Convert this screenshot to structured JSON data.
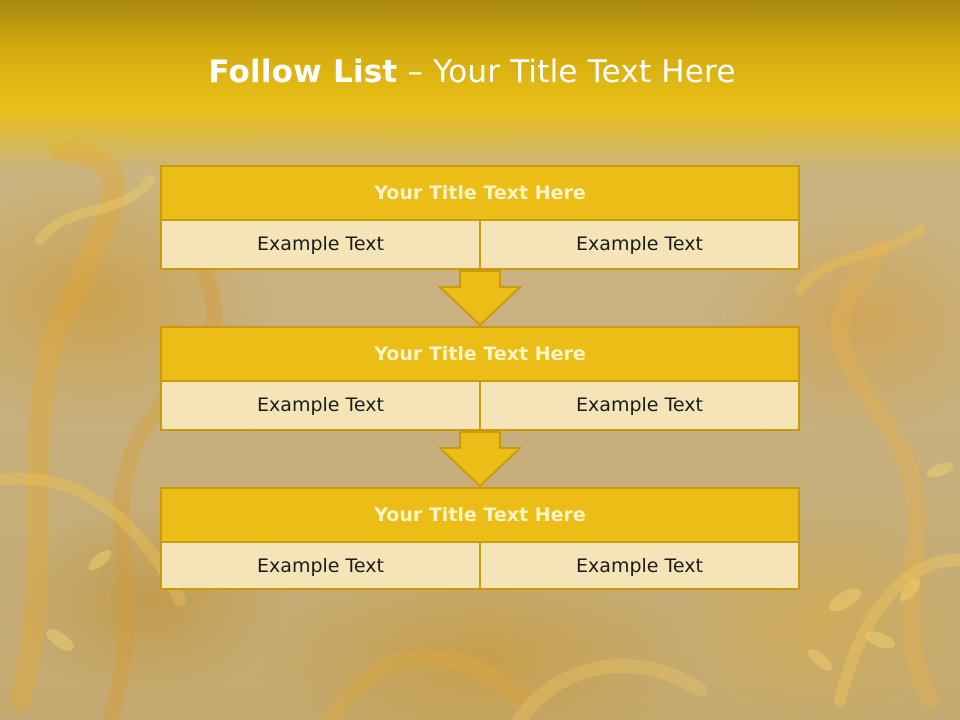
{
  "slide": {
    "title_bold": "Follow List",
    "title_rest": "– Your Title Text Here"
  },
  "blocks": [
    {
      "title": "Your Title Text Here",
      "cells": [
        "Example Text",
        "Example Text"
      ]
    },
    {
      "title": "Your Title Text Here",
      "cells": [
        "Example Text",
        "Example Text"
      ]
    },
    {
      "title": "Your Title Text Here",
      "cells": [
        "Example Text",
        "Example Text"
      ]
    }
  ],
  "colors": {
    "header": "#e9bf16",
    "block_title": "#ebbd16",
    "cell_fill": "#f5e4b8",
    "border": "#c99a0b",
    "title_text": "#ffffff"
  }
}
